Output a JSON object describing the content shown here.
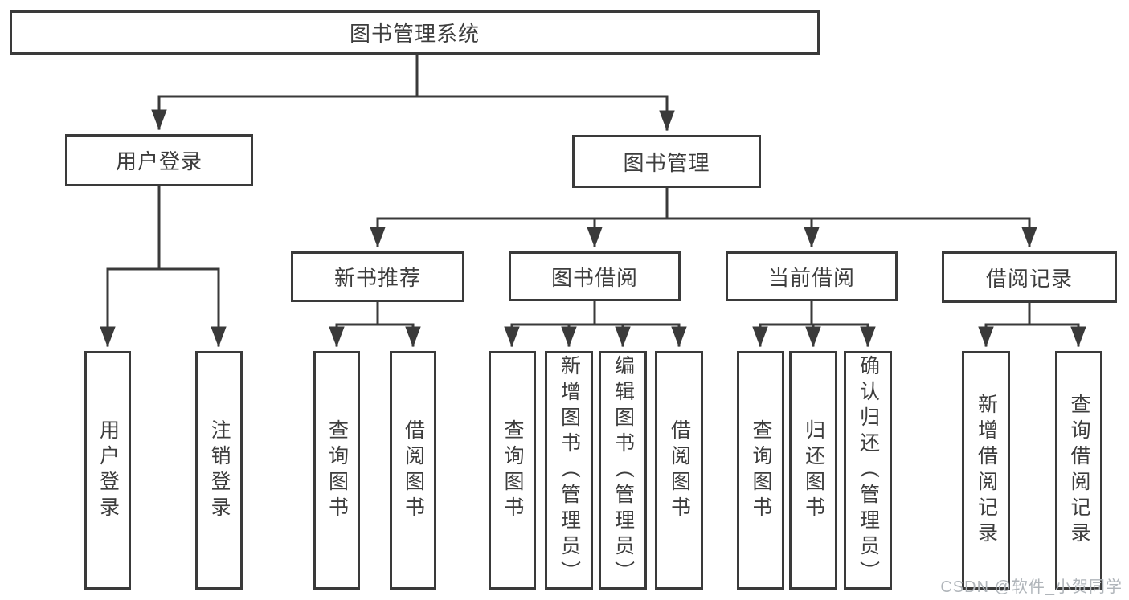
{
  "diagram": {
    "root": {
      "label": "图书管理系统"
    },
    "branches": [
      {
        "label": "用户登录",
        "leaves": [
          "用户登录",
          "注销登录"
        ]
      },
      {
        "label": "图书管理",
        "children": [
          {
            "label": "新书推荐",
            "leaves": [
              "查询图书",
              "借阅图书"
            ]
          },
          {
            "label": "图书借阅",
            "leaves": [
              "查询图书",
              "新增图书（管理员）",
              "编辑图书（管理员）",
              "借阅图书"
            ]
          },
          {
            "label": "当前借阅",
            "leaves": [
              "查询图书",
              "归还图书",
              "确认归还（管理员）"
            ]
          },
          {
            "label": "借阅记录",
            "leaves": [
              "新增借阅记录",
              "查询借阅记录"
            ]
          }
        ]
      }
    ]
  },
  "watermark": "CSDN @软件_小贺同学",
  "colors": {
    "line": "#3a3a3a",
    "text": "#3d3d3d",
    "watermark": "#b0b5ba",
    "background": "#ffffff"
  }
}
